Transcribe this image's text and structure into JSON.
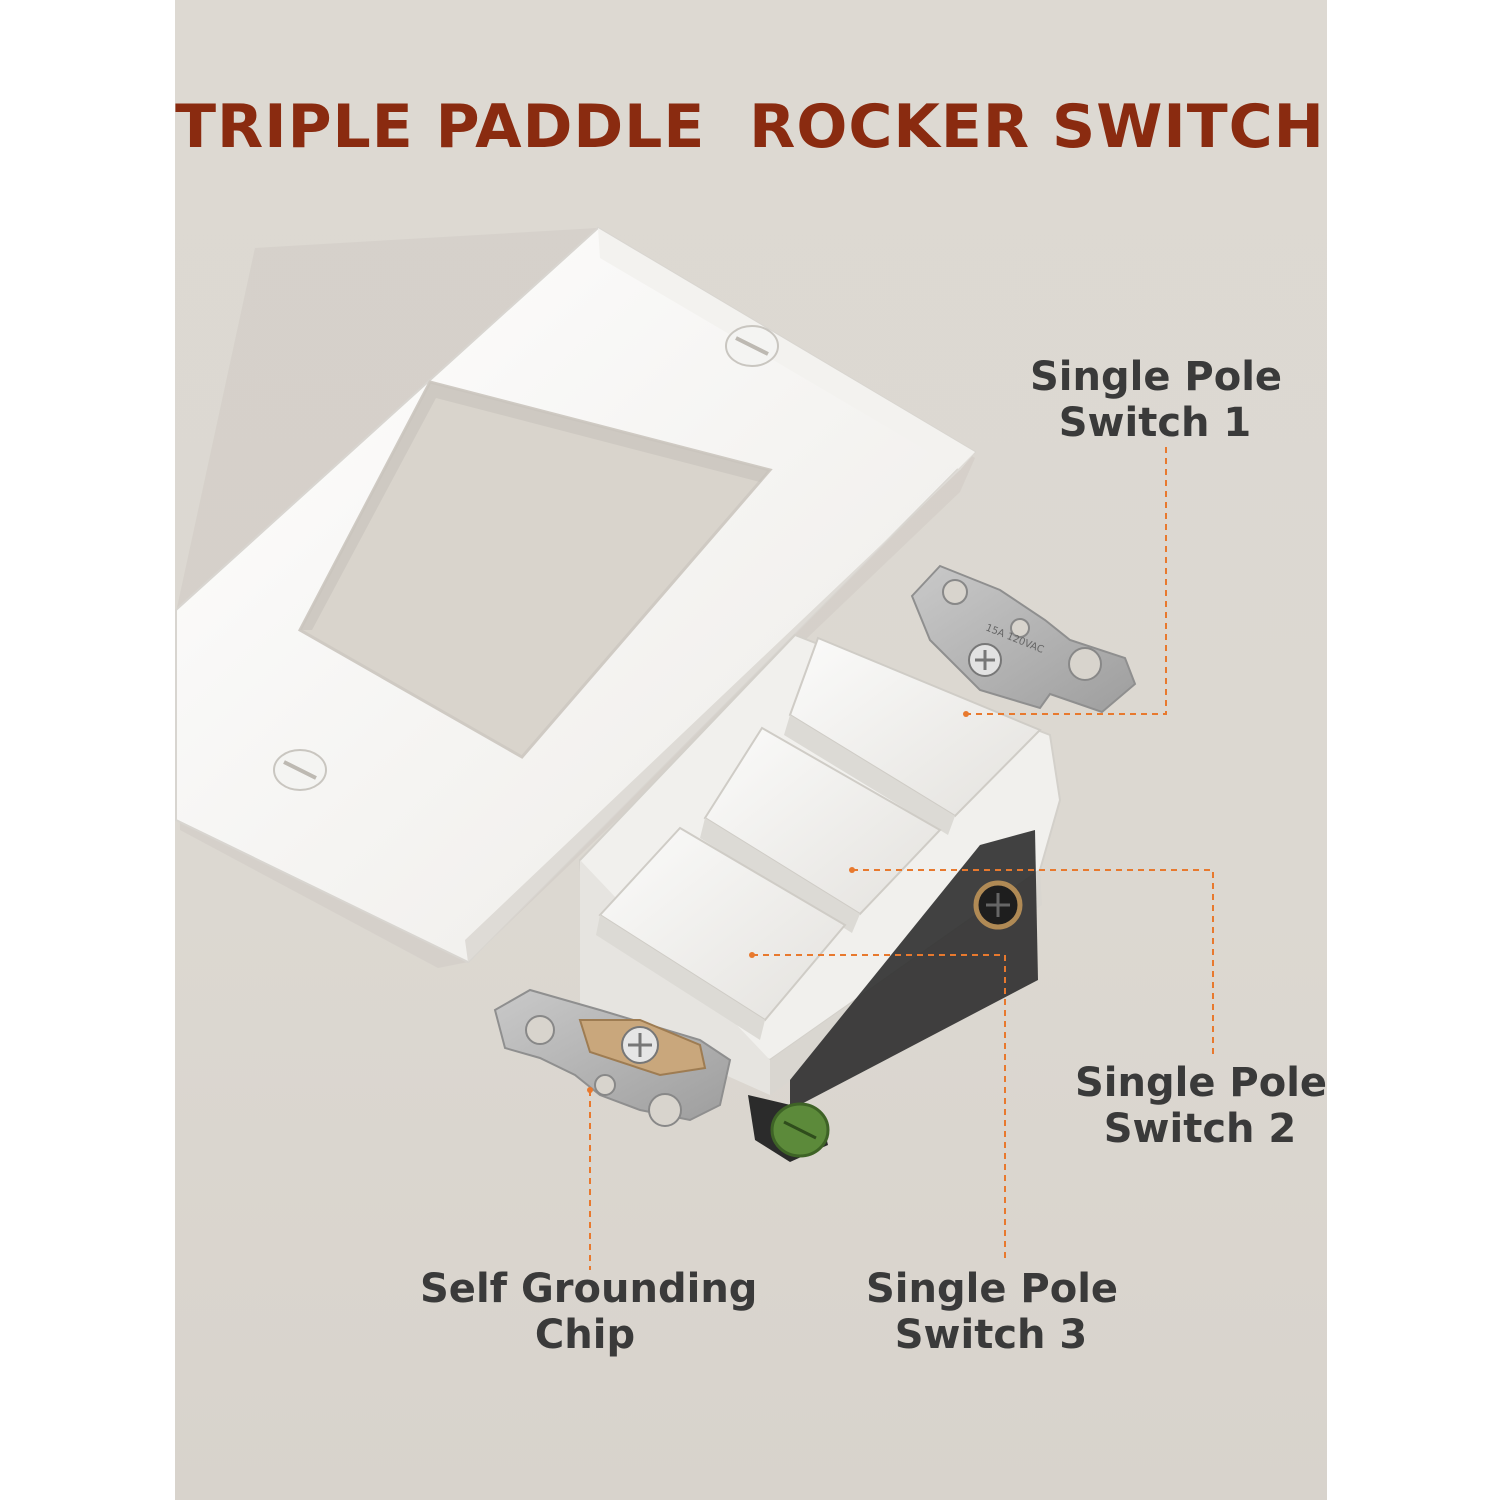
{
  "title": "TRIPLE PADDLE  ROCKER SWITCH",
  "colors": {
    "title": "#8a2b10",
    "label": "#3a3a3a",
    "leader": "#e8792e",
    "background": "#ddd9d2"
  },
  "labels": {
    "switch1": {
      "line1": "Single Pole",
      "line2": "Switch 1"
    },
    "switch2": {
      "line1": "Single Pole",
      "line2": "Switch 2"
    },
    "switch3": {
      "line1": "Single Pole",
      "line2": "Switch 3"
    },
    "grounding": {
      "line1": "Self Grounding",
      "line2": "Chip"
    }
  },
  "strap_marking": "15A 120VAC"
}
